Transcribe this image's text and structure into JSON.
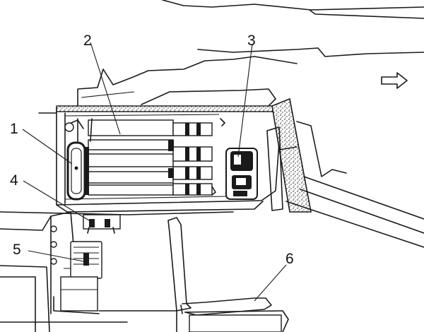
{
  "callouts": [
    {
      "label": "1",
      "part": "ammunition-rack"
    },
    {
      "label": "2",
      "part": "ammunition-rounds"
    },
    {
      "label": "3",
      "part": "turret-mechanism"
    },
    {
      "label": "4",
      "part": "mount-bracket"
    },
    {
      "label": "5",
      "part": "lower-unit"
    },
    {
      "label": "6",
      "part": "seat"
    }
  ],
  "icons": {
    "direction": "hollow-right-arrow-icon"
  }
}
